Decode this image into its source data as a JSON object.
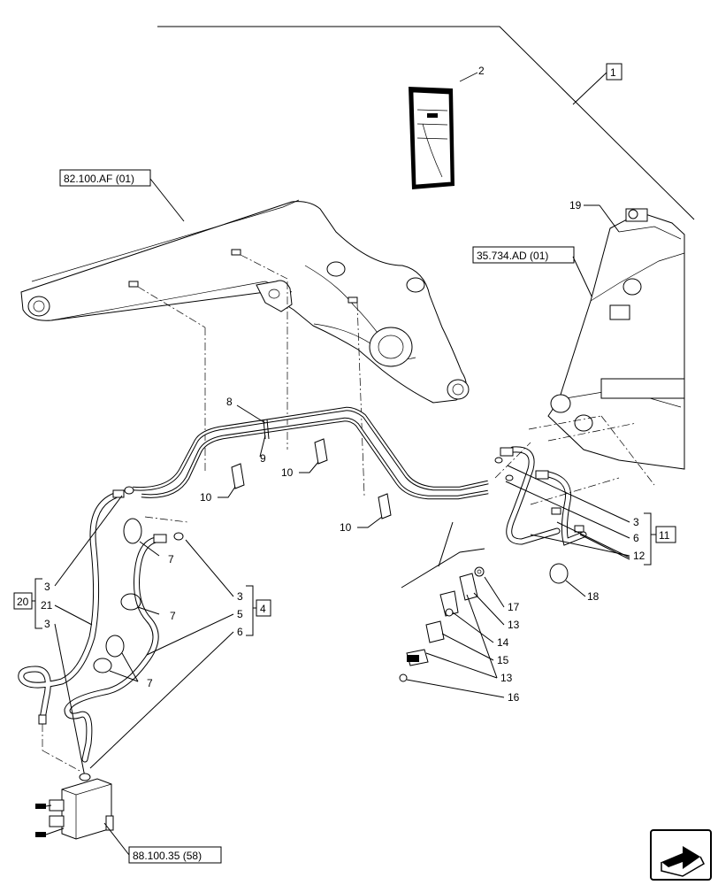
{
  "callouts": {
    "c1": "1",
    "c2": "2",
    "c3a": "3",
    "c3b": "3",
    "c3c": "3",
    "c3d": "3",
    "c4": "4",
    "c5": "5",
    "c6a": "6",
    "c6b": "6",
    "c7a": "7",
    "c7b": "7",
    "c7c": "7",
    "c8": "8",
    "c9": "9",
    "c10a": "10",
    "c10b": "10",
    "c10c": "10",
    "c11": "11",
    "c12": "12",
    "c13a": "13",
    "c13b": "13",
    "c14": "14",
    "c15": "15",
    "c16": "16",
    "c17": "17",
    "c18": "18",
    "c19": "19",
    "c20": "20",
    "c21": "21"
  },
  "references": {
    "r1": "82.100.AF (01)",
    "r2": "35.734.AD (01)",
    "r3": "88.100.35 (58)"
  },
  "icons": {
    "nav": "next-page-arrow-icon"
  }
}
